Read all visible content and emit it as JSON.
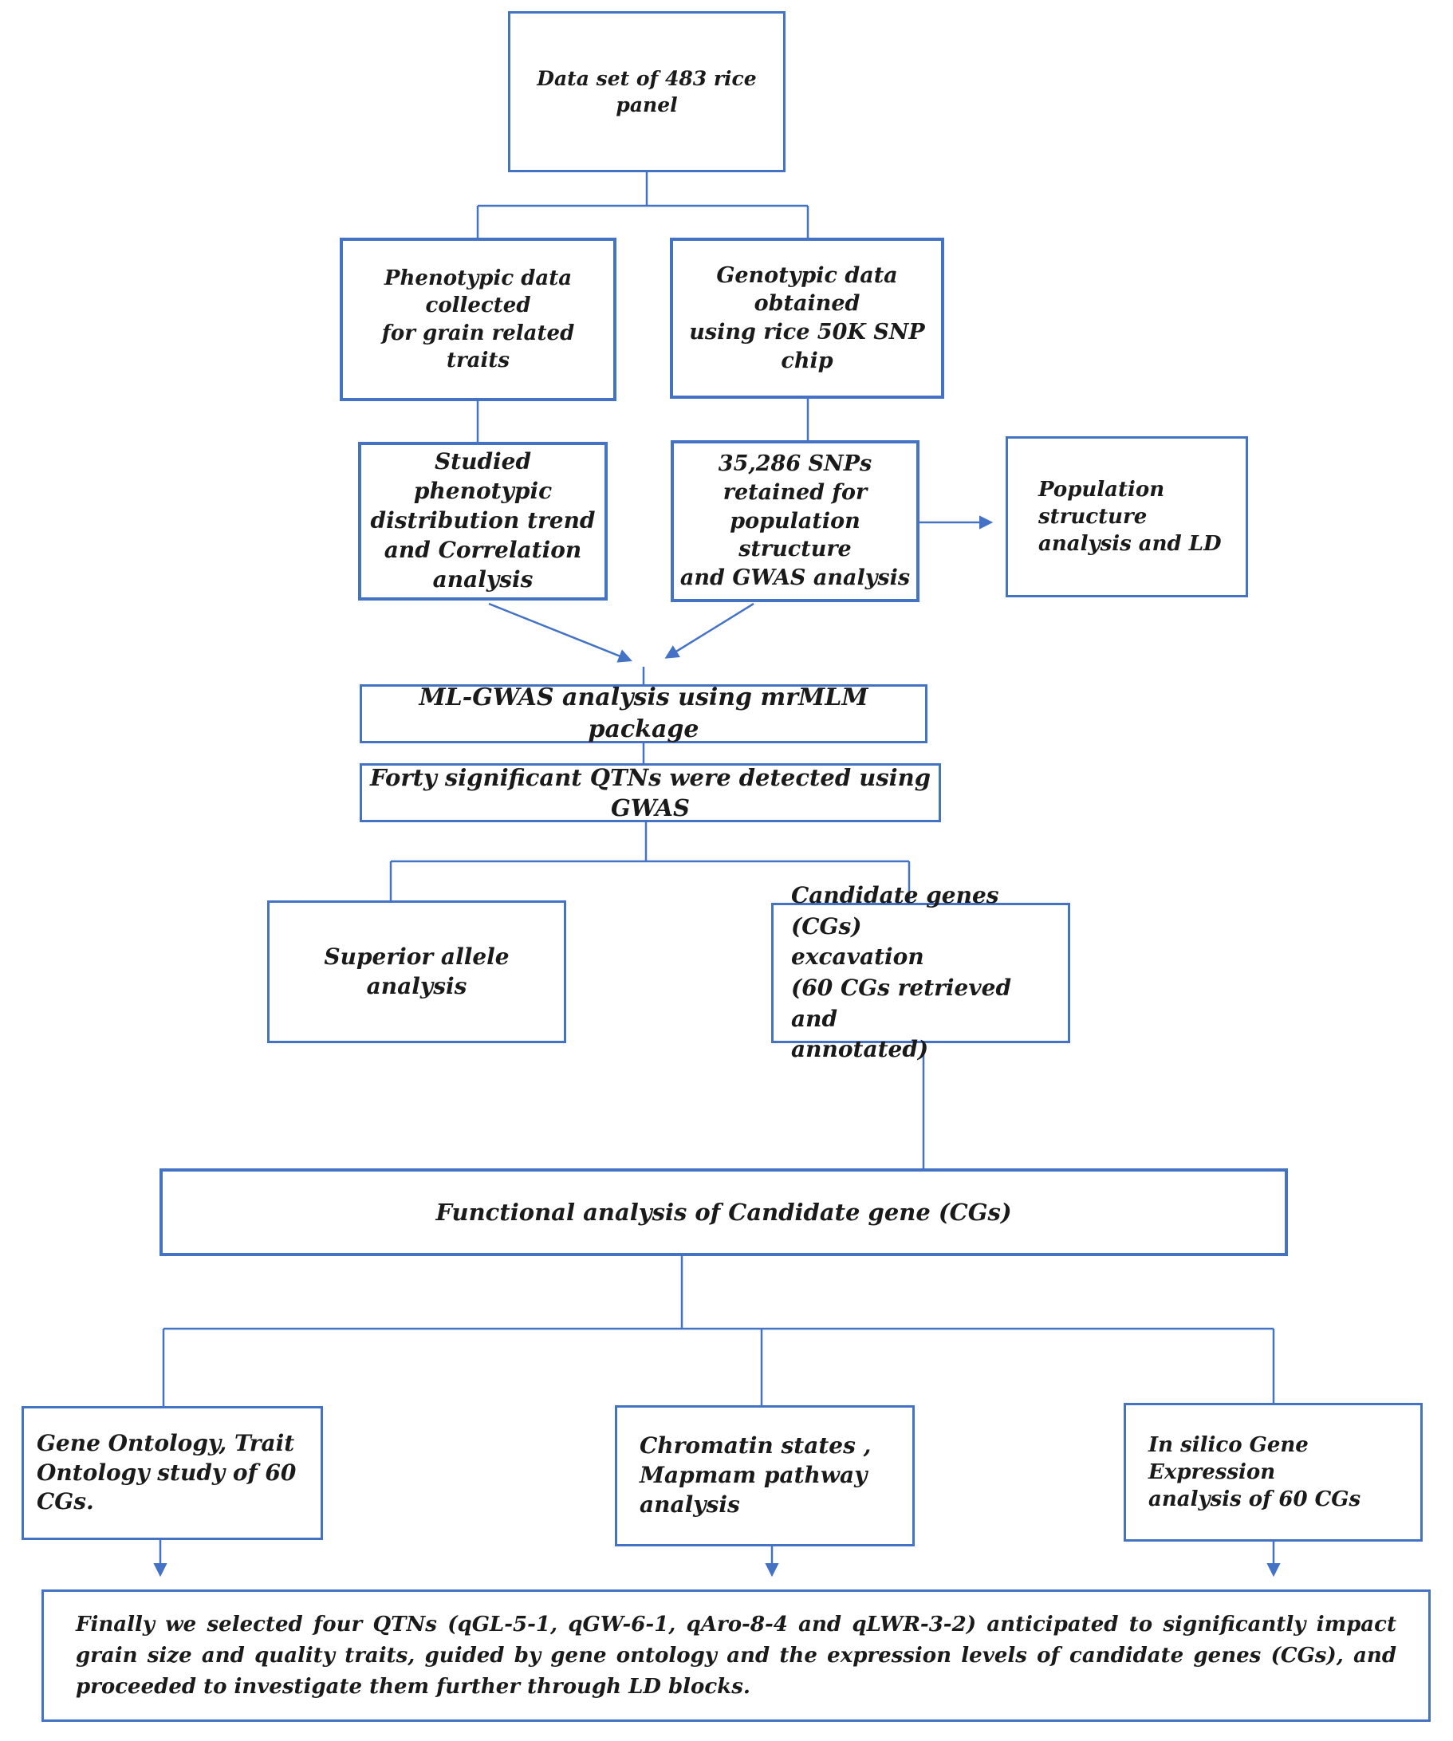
{
  "diagram": {
    "accent_color": "#4472C4",
    "text_color": "#1a1a1a",
    "nodes": {
      "dataset": {
        "label": "Data set of 483 rice panel"
      },
      "phenotypic": {
        "label": "Phenotypic data collected\nfor grain related traits"
      },
      "genotypic": {
        "label": "Genotypic data obtained\nusing rice 50K SNP chip"
      },
      "studied": {
        "label": "Studied phenotypic\ndistribution trend\nand Correlation\nanalysis"
      },
      "snp": {
        "label": "35,286 SNPs\nretained for\npopulation structure\nand GWAS analysis"
      },
      "population": {
        "label": "Population structure\nanalysis and LD"
      },
      "mlgwas": {
        "label": "ML-GWAS analysis using mrMLM package"
      },
      "forty": {
        "label": "Forty significant QTNs were detected using GWAS"
      },
      "superior": {
        "label": "Superior allele analysis"
      },
      "candidate": {
        "label": "Candidate genes  (CGs)\nexcavation\n(60 CGs retrieved and\nannotated)"
      },
      "functional": {
        "label": "Functional analysis of Candidate gene (CGs)"
      },
      "geneontology": {
        "label": "Gene Ontology, Trait\nOntology study of 60\nCGs."
      },
      "chromatin": {
        "label": "Chromatin states ,\nMapmam pathway\nanalysis"
      },
      "insilico": {
        "label": "In silico Gene Expression\nanalysis of 60 CGs"
      },
      "final": {
        "label": "Finally we selected four QTNs (qGL-5-1, qGW-6-1, qAro-8-4 and qLWR-3-2) anticipated to significantly impact grain size and quality traits, guided by gene ontology and the expression levels of candidate genes (CGs), and proceeded to investigate them further through LD blocks."
      }
    }
  }
}
